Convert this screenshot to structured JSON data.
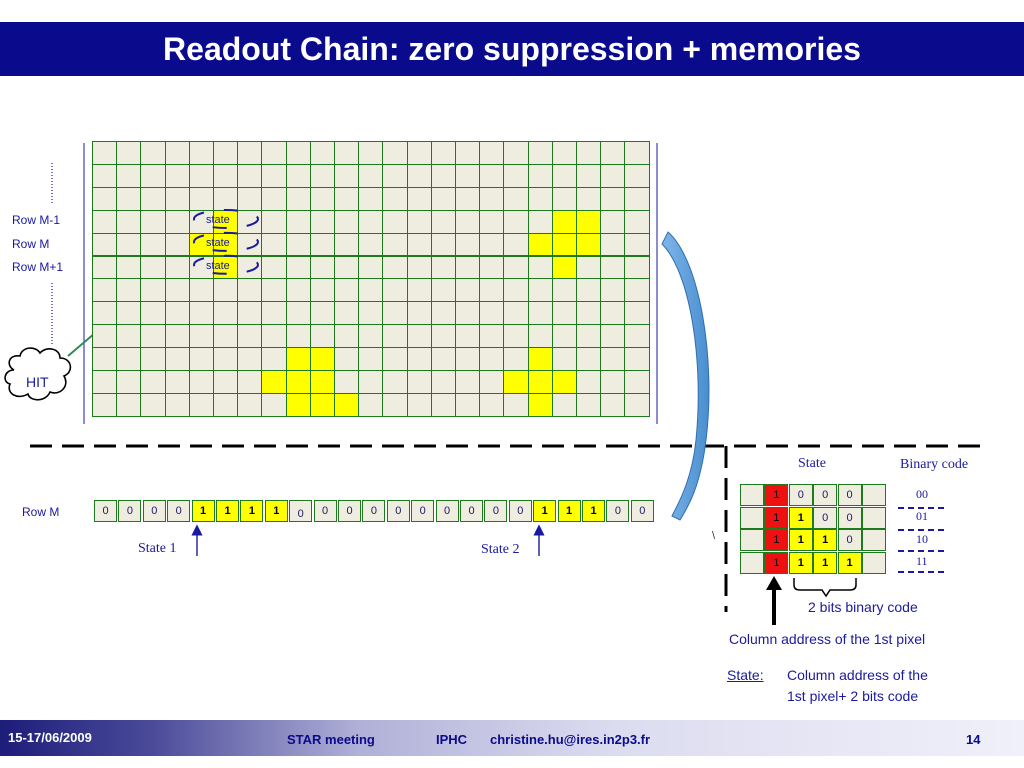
{
  "title": "Readout Chain: zero suppression + memories",
  "grid": {
    "rows": 12,
    "cols": 23,
    "yellow_cells": [
      [
        3,
        19
      ],
      [
        3,
        20
      ],
      [
        4,
        18
      ],
      [
        4,
        19
      ],
      [
        4,
        20
      ],
      [
        5,
        19
      ],
      [
        9,
        8
      ],
      [
        9,
        9
      ],
      [
        10,
        7
      ],
      [
        10,
        8
      ],
      [
        10,
        9
      ],
      [
        11,
        8
      ],
      [
        11,
        9
      ],
      [
        11,
        10
      ],
      [
        9,
        18
      ],
      [
        10,
        17
      ],
      [
        10,
        18
      ],
      [
        10,
        19
      ],
      [
        11,
        18
      ],
      [
        3,
        5
      ],
      [
        4,
        4
      ],
      [
        4,
        5
      ],
      [
        5,
        5
      ]
    ],
    "state_label": "state",
    "row_labels": [
      "Row M-1",
      "Row M",
      "Row M+1"
    ]
  },
  "hit_label": "HIT",
  "row_m": {
    "label": "Row M",
    "values": [
      "0",
      "0",
      "0",
      "0",
      "1",
      "1",
      "1",
      "1",
      "0",
      "0",
      "0",
      "0",
      "0",
      "0",
      "0",
      "0",
      "0",
      "0",
      "1",
      "1",
      "1",
      "0",
      "0"
    ],
    "state1_label": "State 1",
    "state2_label": "State 2"
  },
  "state_table": {
    "state_header": "State",
    "binary_header": "Binary code",
    "rows": [
      [
        "1",
        "0",
        "0",
        "0"
      ],
      [
        "1",
        "1",
        "0",
        "0"
      ],
      [
        "1",
        "1",
        "1",
        "0"
      ],
      [
        "1",
        "1",
        "1",
        "1"
      ]
    ],
    "codes": [
      "00",
      "01",
      "10",
      "11"
    ],
    "two_bits_label": "2 bits binary code",
    "column_address_label": "Column address of the 1st pixel",
    "state_def_title": "State:",
    "state_def_line1": "Column address of the",
    "state_def_line2": "1st pixel+ 2 bits code"
  },
  "backslash": "\\",
  "footer": {
    "date": "15-17/06/2009",
    "meeting": "STAR meeting",
    "institute": "IPHC",
    "email": "christine.hu@ires.in2p3.fr",
    "page": "14"
  }
}
